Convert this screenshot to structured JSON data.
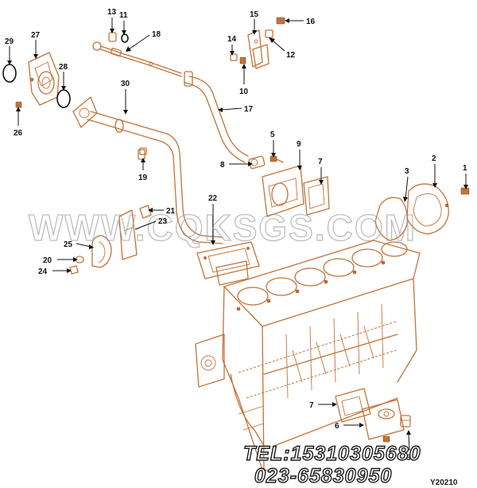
{
  "watermark": "WWW.CQKSGS.COM",
  "contact": {
    "tel": "TEL:15310305680",
    "phone": "023-65830950"
  },
  "drawing_code": "Y20210",
  "callouts": [
    {
      "id": "c1",
      "label": "1"
    },
    {
      "id": "c2",
      "label": "2"
    },
    {
      "id": "c3",
      "label": "3"
    },
    {
      "id": "c5a",
      "label": "5"
    },
    {
      "id": "c5b",
      "label": "5"
    },
    {
      "id": "c6",
      "label": "6"
    },
    {
      "id": "c7a",
      "label": "7"
    },
    {
      "id": "c7b",
      "label": "7"
    },
    {
      "id": "c8",
      "label": "8"
    },
    {
      "id": "c9",
      "label": "9"
    },
    {
      "id": "c10",
      "label": "10"
    },
    {
      "id": "c11",
      "label": "11"
    },
    {
      "id": "c12",
      "label": "12"
    },
    {
      "id": "c13",
      "label": "13"
    },
    {
      "id": "c14",
      "label": "14"
    },
    {
      "id": "c15",
      "label": "15"
    },
    {
      "id": "c16",
      "label": "16"
    },
    {
      "id": "c17",
      "label": "17"
    },
    {
      "id": "c18",
      "label": "18"
    },
    {
      "id": "c19",
      "label": "19"
    },
    {
      "id": "c20",
      "label": "20"
    },
    {
      "id": "c21",
      "label": "21"
    },
    {
      "id": "c22",
      "label": "22"
    },
    {
      "id": "c23",
      "label": "23"
    },
    {
      "id": "c24",
      "label": "24"
    },
    {
      "id": "c25",
      "label": "25"
    },
    {
      "id": "c26",
      "label": "26"
    },
    {
      "id": "c27",
      "label": "27"
    },
    {
      "id": "c28",
      "label": "28"
    },
    {
      "id": "c29",
      "label": "29"
    },
    {
      "id": "c30",
      "label": "30"
    }
  ]
}
